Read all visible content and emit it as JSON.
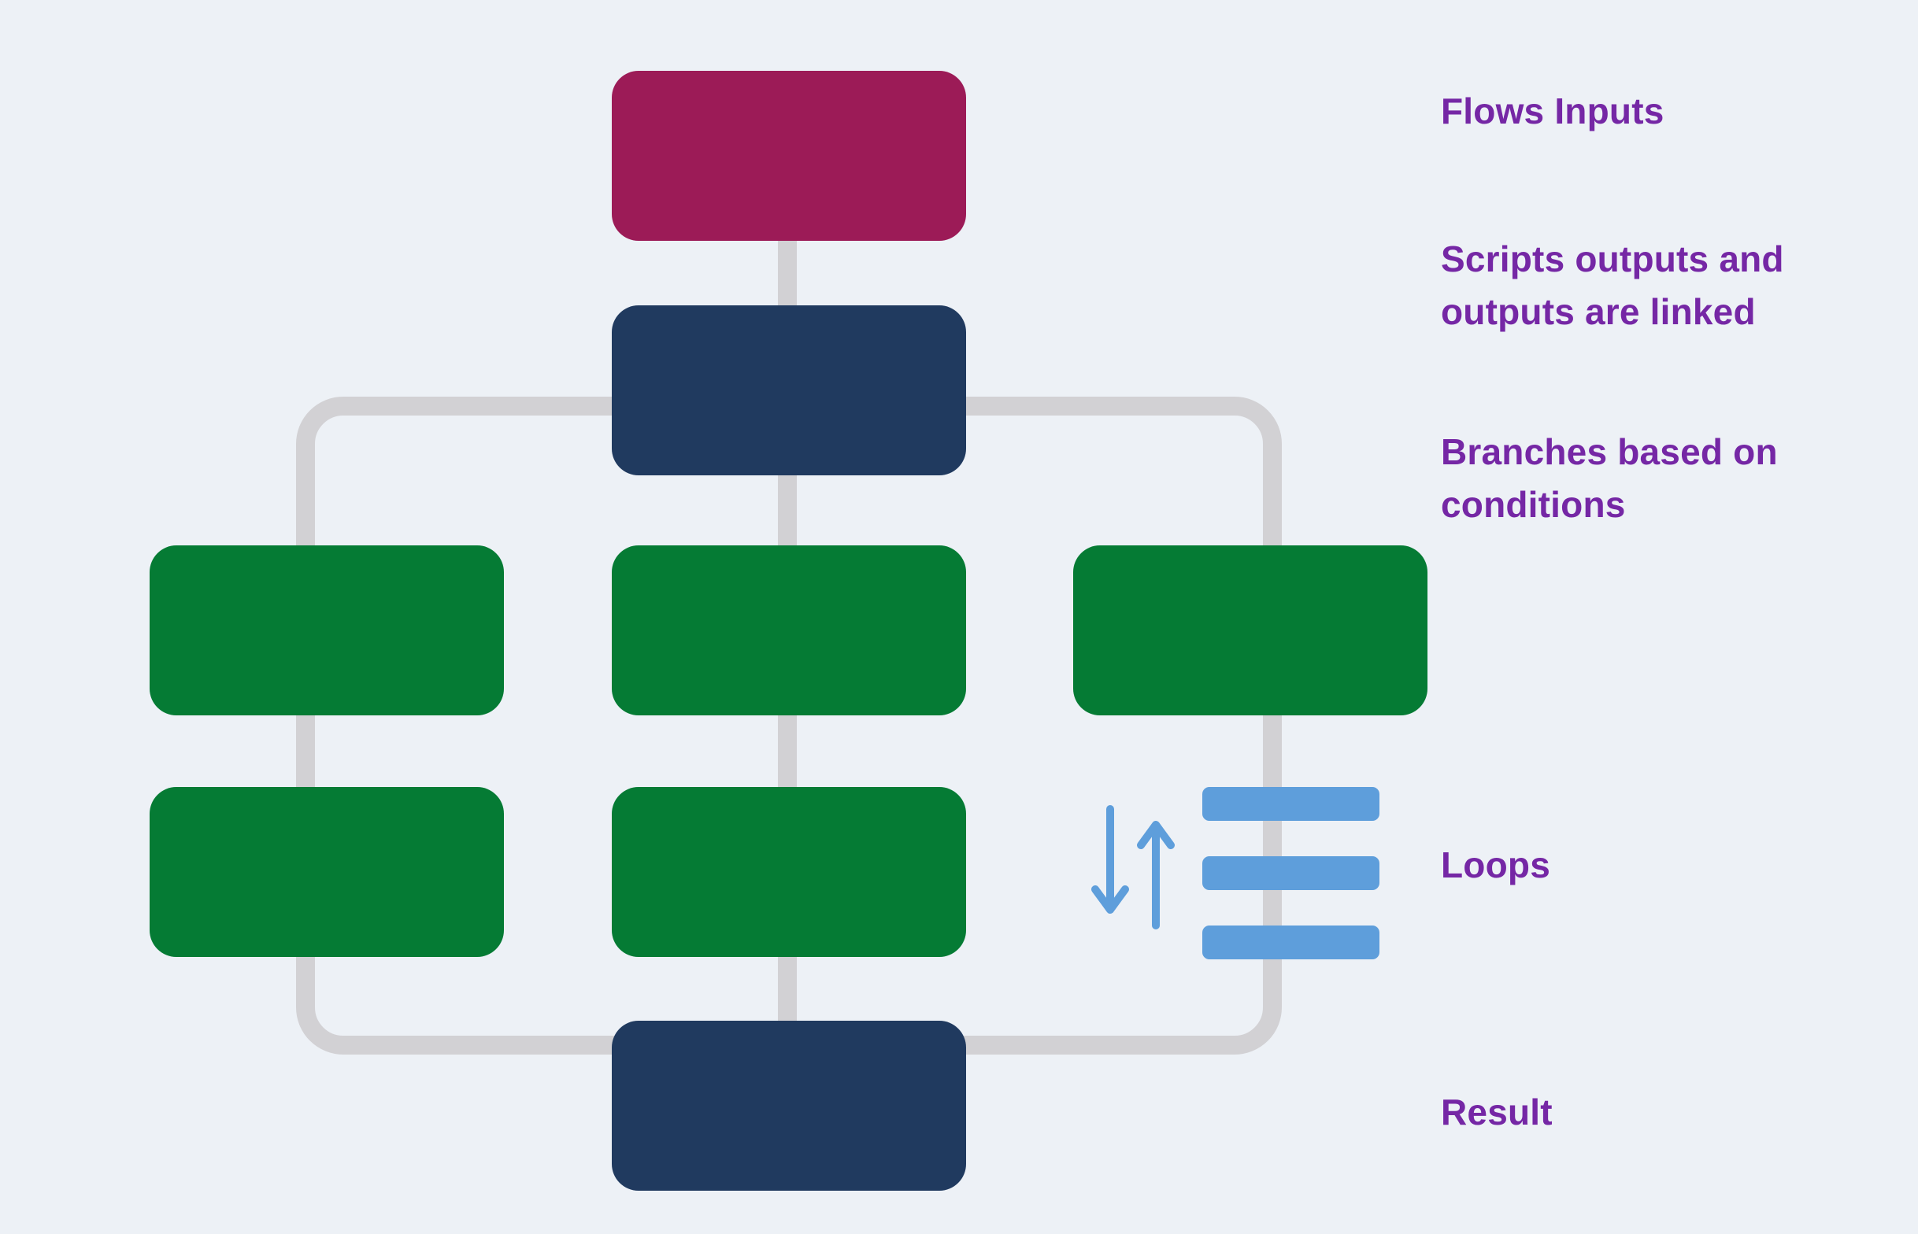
{
  "background": "#edf1f6",
  "colors": {
    "input_node": "#9c1b57",
    "script_node": "#203a5f",
    "branch_node": "#057b34",
    "connector": "#d2d1d4",
    "loop_icon": "#5e9edb",
    "annotation_text": "#7527a5"
  },
  "annotations": {
    "flows_inputs": "Flows Inputs",
    "scripts_linked": "Scripts outputs and outputs are linked",
    "branches": "Branches based on conditions",
    "loops": "Loops",
    "result": "Result"
  },
  "diagram": {
    "nodes": [
      {
        "id": "flow-input",
        "type": "input",
        "row": 1,
        "col": "center"
      },
      {
        "id": "script-top",
        "type": "script",
        "row": 2,
        "col": "center"
      },
      {
        "id": "branch-left-1",
        "type": "branch",
        "row": 3,
        "col": "left"
      },
      {
        "id": "branch-center-1",
        "type": "branch",
        "row": 3,
        "col": "center"
      },
      {
        "id": "branch-right-1",
        "type": "branch",
        "row": 3,
        "col": "right"
      },
      {
        "id": "branch-left-2",
        "type": "branch",
        "row": 4,
        "col": "left"
      },
      {
        "id": "branch-center-2",
        "type": "branch",
        "row": 4,
        "col": "center"
      },
      {
        "id": "result",
        "type": "script",
        "row": 5,
        "col": "center"
      }
    ],
    "icons": [
      "loop-arrows-icon",
      "loop-list-icon"
    ]
  }
}
